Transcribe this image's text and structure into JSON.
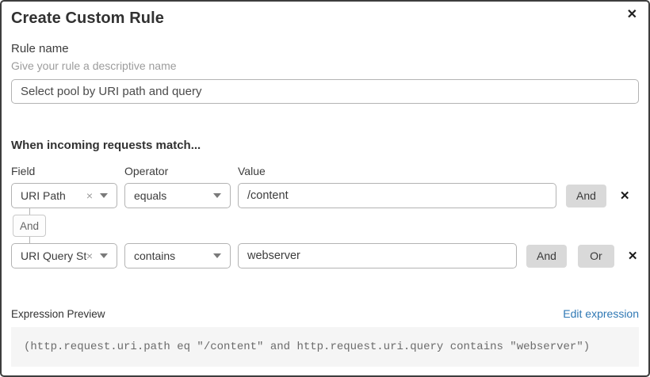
{
  "dialog": {
    "title": "Create Custom Rule"
  },
  "icons": {
    "close": "✕",
    "clear": "×",
    "delete": "✕"
  },
  "rule_name": {
    "label": "Rule name",
    "hint": "Give your rule a descriptive name",
    "value": "Select pool by URI path and query"
  },
  "matcher": {
    "heading": "When incoming requests match...",
    "columns": {
      "field": "Field",
      "operator": "Operator",
      "value": "Value"
    },
    "connector": "And",
    "rows": [
      {
        "field": "URI Path",
        "operator": "equals",
        "value": "/content",
        "and_label": "And"
      },
      {
        "field": "URI Query St...",
        "operator": "contains",
        "value": "webserver",
        "and_label": "And",
        "or_label": "Or"
      }
    ]
  },
  "expression": {
    "label": "Expression Preview",
    "edit_link": "Edit expression",
    "code": "(http.request.uri.path eq \"/content\" and http.request.uri.query contains \"webserver\")"
  },
  "colors": {
    "link_blue": "#2f78b4",
    "button_gray": "#d9d9d9",
    "preview_bg": "#f5f5f5",
    "dialog_border": "#3d3d3d",
    "input_border": "#b3b3b3"
  }
}
